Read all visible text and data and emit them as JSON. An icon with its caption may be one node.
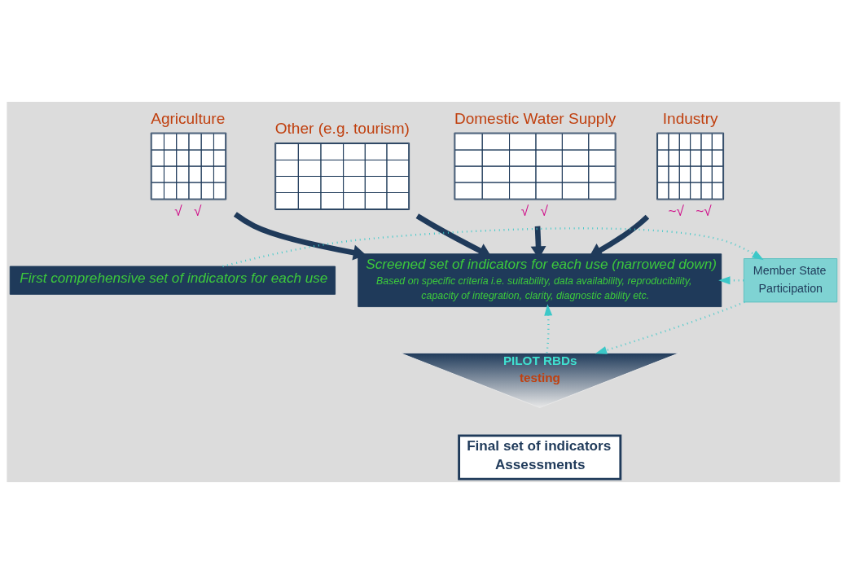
{
  "diagram": {
    "nodes": [
      {
        "text": [
          "Agriculture"
        ],
        "beside": [
          "√",
          "√"
        ]
      },
      {
        "text": [
          "Domestic Water Supply"
        ],
        "beside": [
          "√",
          "√"
        ]
      },
      {
        "text": [
          "Industry"
        ],
        "beside": [
          "~√",
          "~√"
        ]
      },
      {
        "text": [
          "Other (e.g. tourism)"
        ]
      },
      {
        "text": [
          "First comprehensive set of indicators for each use"
        ]
      },
      {
        "text": [
          "Screened set of indicators for each use (narrowed down)",
          "Based on specific criteria i.e. suitability, data availability, reproducibility, capacity of integration, clarity, diagnostic ability etc."
        ]
      },
      {
        "text": [
          "PILOT RBDs",
          "testing"
        ]
      },
      {
        "text": [
          "Final set of indicators Assessments"
        ]
      },
      {
        "text": [
          "Member State",
          "Participation"
        ]
      }
    ],
    "edges": [
      {
        "from": 0,
        "to": 5,
        "arrow": "to",
        "style": "thick"
      },
      {
        "from": 1,
        "to": 5,
        "arrow": "to",
        "style": "thick"
      },
      {
        "from": 2,
        "to": 5,
        "arrow": "to",
        "style": "thick"
      },
      {
        "from": 3,
        "to": 5,
        "arrow": "to",
        "style": "thick"
      },
      {
        "from": 4,
        "to": 8,
        "arrow": "to",
        "style": "dashed",
        "color": "#3cc8c8"
      },
      {
        "from": 8,
        "to": 5,
        "arrow": "to",
        "style": "dashed",
        "color": "#3cc8c8"
      },
      {
        "from": 8,
        "to": 6,
        "arrow": "to",
        "style": "dashed",
        "color": "#3cc8c8"
      },
      {
        "from": 6,
        "to": 5,
        "arrow": "to",
        "style": "dashed",
        "color": "#3cc8c8"
      }
    ]
  }
}
